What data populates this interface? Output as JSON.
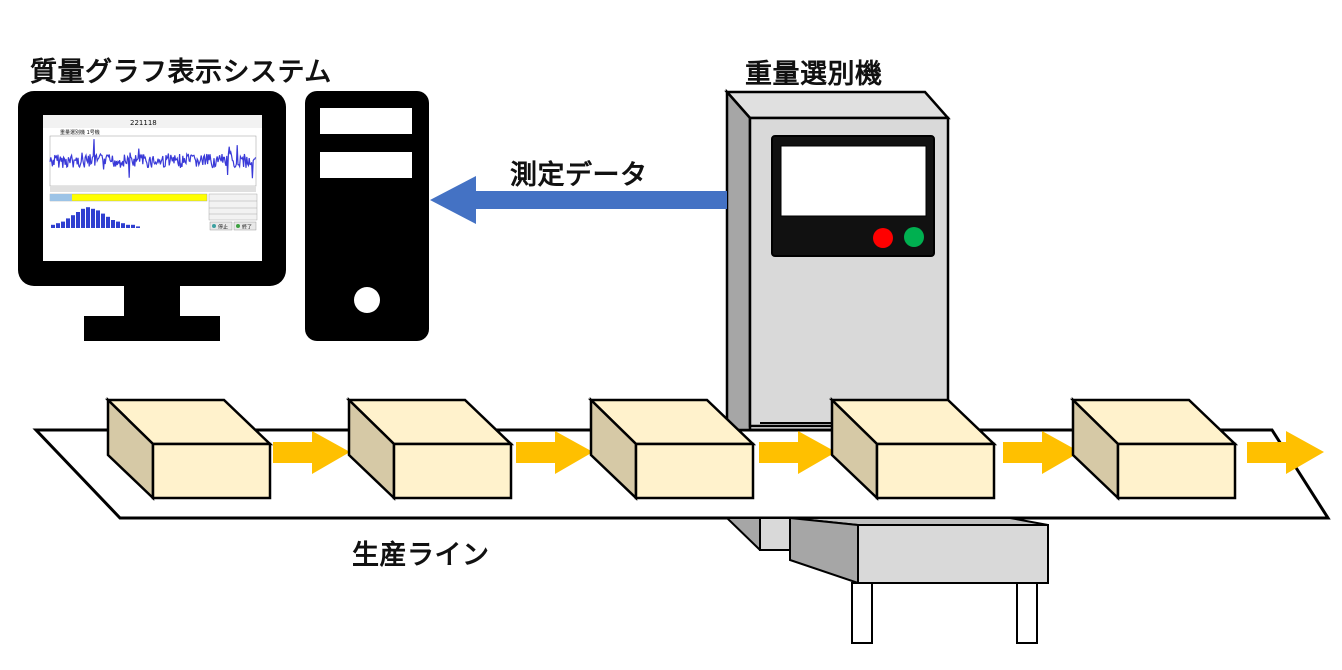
{
  "labels": {
    "system": "質量グラフ表示システム",
    "machine": "重量選別機",
    "data_flow": "測定データ",
    "production_line": "生産ライン"
  },
  "screen": {
    "sample_value": "221118",
    "title_line": "重量選別機 1号機",
    "stop_button": "停止",
    "end_button": "終了"
  },
  "colors": {
    "data_arrow": "#4472C4",
    "flow_arrow": "#FFC000",
    "box_front": "#FFF2CC",
    "box_side": "#D6C9A6",
    "machine_body": "#D9D9D9",
    "lamp_red": "#FF0000",
    "lamp_green": "#00B050",
    "graph_line": "#3A3AD8",
    "monitor": "#000000"
  }
}
